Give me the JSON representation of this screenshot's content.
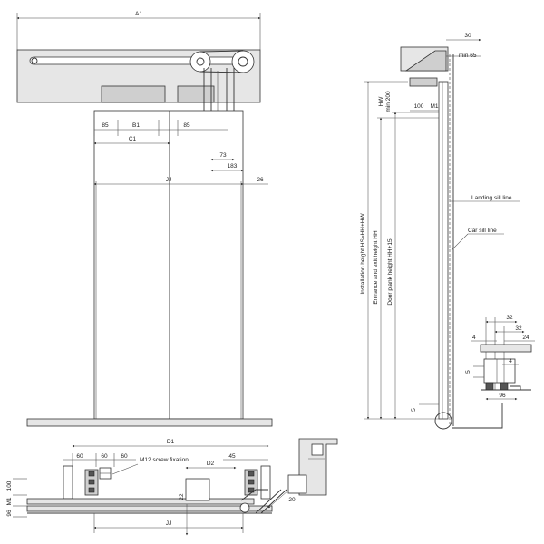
{
  "front_view": {
    "a1": "A1",
    "b1": "B1",
    "c1": "C1",
    "dim_85_left": "85",
    "dim_85_right": "85",
    "jj": "JJ",
    "dim_26": "26",
    "dim_73": "73",
    "dim_183": "183"
  },
  "side_view": {
    "dim_30": "30",
    "min_65": "min 65",
    "hw": "HW",
    "min_200": "min 200",
    "dim_100": "100",
    "m1": "M1",
    "landing_sill": "Landing sill line",
    "car_sill": "Car sill line",
    "installation_height": "Installation height  HS=HH+HW",
    "entrance_height": "Entrance and exit height HH",
    "door_plank_height": "Door plank height HH+15",
    "dim_5": "5"
  },
  "sill_detail": {
    "dim_32a": "32",
    "dim_32b": "32",
    "dim_4a": "4",
    "dim_24": "24",
    "dim_5": "5",
    "dim_4b": "4",
    "dim_96": "96"
  },
  "plan_view": {
    "d1": "D1",
    "d2": "D2",
    "dim_60a": "60",
    "dim_60b": "60",
    "dim_60c": "60",
    "dim_45": "45",
    "m12": "M12  screw fixation",
    "dim_100": "100",
    "m1": "M1",
    "dim_96": "96",
    "dim_22": "22",
    "dim_20": "20",
    "jj": "JJ"
  }
}
